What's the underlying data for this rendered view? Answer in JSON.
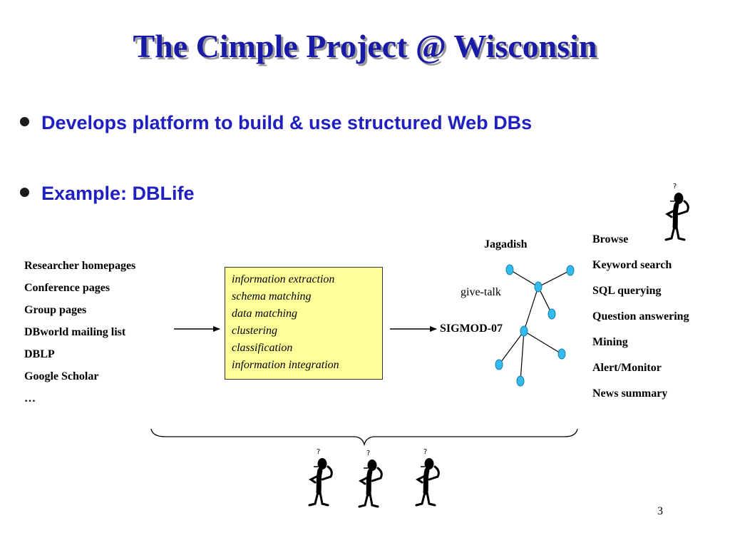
{
  "title": "The Cimple Project @ Wisconsin",
  "bullets": [
    "Develops platform to build  & use structured Web DBs",
    "Example: DBLife"
  ],
  "sources": [
    "Researcher homepages",
    "Conference pages",
    "Group pages",
    "DBworld mailing list",
    "DBLP",
    "Google Scholar",
    "…"
  ],
  "tasks": [
    "information extraction",
    "schema matching",
    "data matching",
    "clustering",
    "classification",
    "information integration"
  ],
  "graph": {
    "node_top_label": "Jagadish",
    "edge_label": "give-talk",
    "node_bottom_label": "SIGMOD-07",
    "node_color": "#33bbee"
  },
  "services": [
    "Browse",
    "Keyword search",
    "SQL querying",
    "Question answering",
    "Mining",
    "Alert/Monitor",
    "News summary"
  ],
  "page_number": "3",
  "colors": {
    "title": "#1a1aa8",
    "bullet_text": "#2020c0",
    "task_box": "#ffff99"
  }
}
